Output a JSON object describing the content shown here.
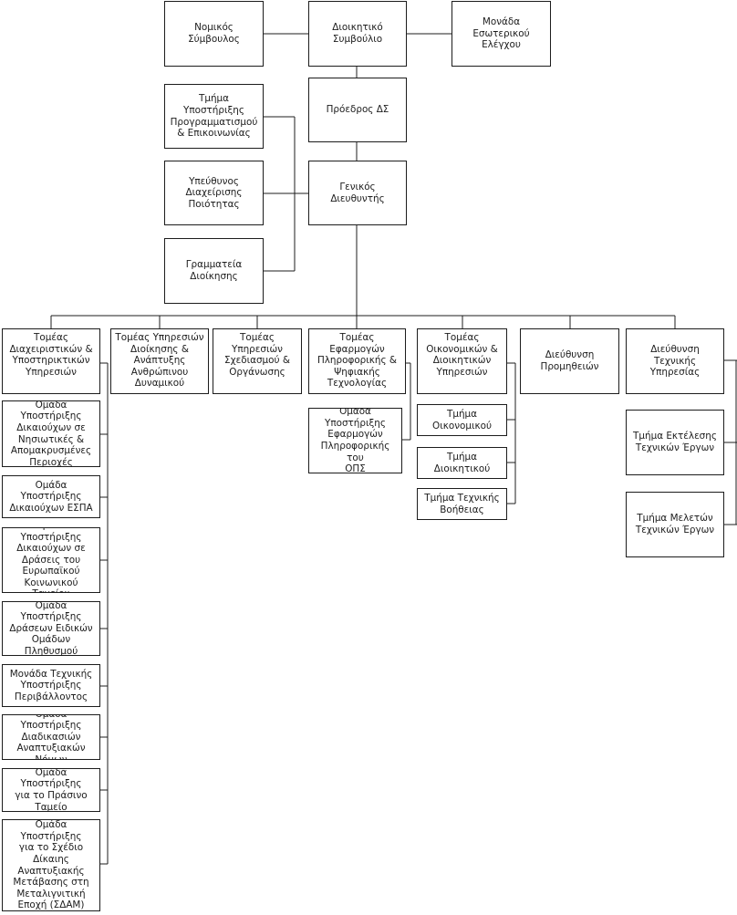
{
  "org": {
    "legal_advisor": "Νομικός\nΣύμβουλος",
    "board": "Διοικητικό\nΣυμβούλιο",
    "internal_audit": "Μονάδα\nΕσωτερικού\nΕλέγχου",
    "chairman": "Πρόεδρος ΔΣ",
    "programming_support": "Τμήμα Υποστήριξης\nΠρογραμματισμού\n& Επικοινωνίας",
    "quality_officer": "Υπεύθυνος\nΔιαχείρισης\nΠοιότητας",
    "admin_secretariat": "Γραμματεία\nΔιοίκησης",
    "general_director": "Γενικός\nΔιευθυντής",
    "sectors": {
      "management_support": "Τομέας\nΔιαχειριστικών &\nΥποστηρικτικών\nΥπηρεσιών",
      "hr_services": "Τομέας Υπηρεσιών\nΔιοίκησης &\nΑνάπτυξης\nΑνθρώπινου\nΔυναμικού",
      "planning_services": "Τομέας\nΥπηρεσιών\nΣχεδιασμού &\nΟργάνωσης",
      "it_applications": "Τομέας Εφαρμογών\nΠληροφορικής &\nΨηφιακής\nΤεχνολογίας",
      "finance_admin": "Τομέας\nΟικονομικών &\nΔιοικητικών\nΥπηρεσιών",
      "procurement": "Διεύθυνση\nΠρομηθειών",
      "technical": "Διεύθυνση Τεχνικής\nΥπηρεσίας"
    },
    "management_units": [
      "Ομάδα Υποστήριξης\nΔικαιούχων σε\nΝησιωτικές &\nΑπομακρυσμένες\nΠεριοχές",
      "Ομάδα Υποστήριξης\nΔικαιούχων ΕΣΠΑ",
      "Ομάδα Υποστήριξης\nΔικαιούχων σε\nΔράσεις του\nΕυρωπαϊκού\nΚοινωνικού Ταμείου",
      "Ομάδα Υποστήριξης\nΔράσεων Ειδικών\nΟμάδων\nΠληθυσμού",
      "Μονάδα Τεχνικής\nΥποστήριξης\nΠεριβάλλοντος",
      "Ομάδα Υποστήριξης\nΔιαδικασιών\nΑναπτυξιακών\nΝόμων",
      "Ομάδα Υποστήριξης\nγια το Πράσινο\nΤαμείο",
      "Ομάδα Υποστήριξης\nγια το Σχέδιο\nΔίκαιης\nΑναπτυξιακής\nΜετάβασης στη\nΜεταλιγνιτική\nΕποχή (ΣΔΑΜ)"
    ],
    "it_unit": "Ομάδα\nΥποστήριξης\nΕφαρμογών\nΠληροφορικής του\nΟΠΣ",
    "finance_units": [
      "Τμήμα\nΟικονομικού",
      "Τμήμα\nΔιοικητικού",
      "Τμήμα Τεχνικής\nΒοήθειας"
    ],
    "technical_units": [
      "Τμήμα Εκτέλεσης\nΤεχνικών Έργων",
      "Τμήμα Μελετών\nΤεχνικών Έργων"
    ]
  }
}
